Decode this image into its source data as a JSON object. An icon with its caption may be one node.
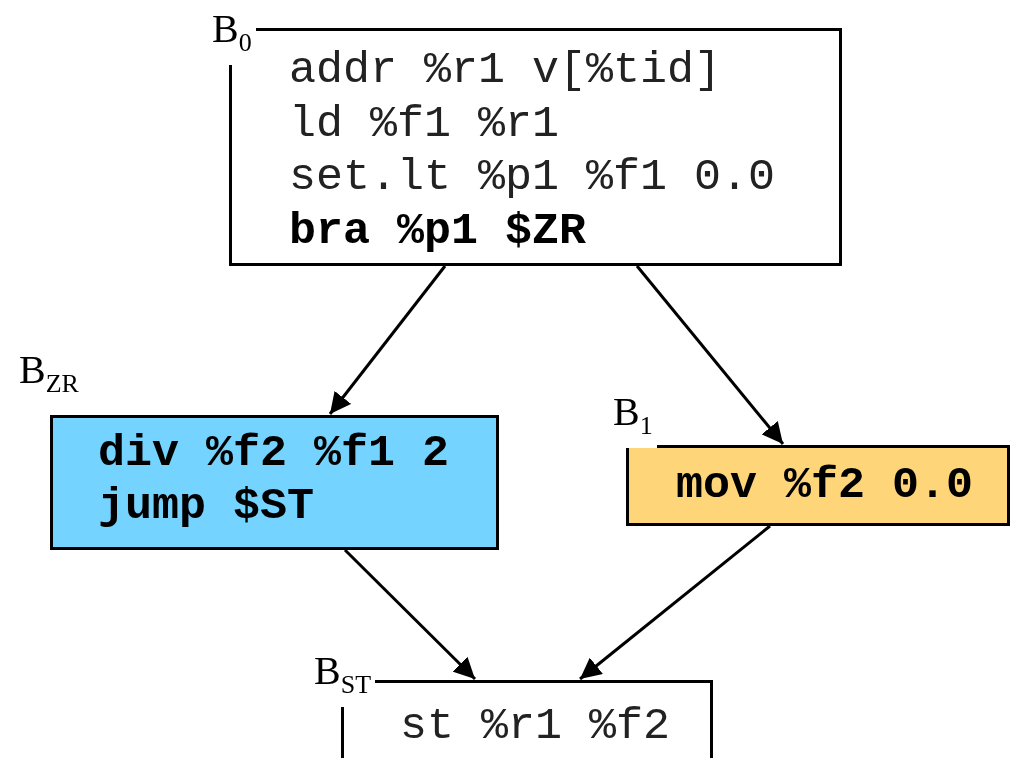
{
  "diagram": {
    "nodes": [
      {
        "text": [
          "B$_{0}$",
          "addr %r1 v[%tid]",
          "ld %f1 %r1",
          "set.lt %p1 %f1 0.0",
          "bra %p1 $ZR"
        ]
      },
      {
        "text": [
          "B$_{ZR}$",
          "div %f2 %f1 2",
          "jump $ST"
        ]
      },
      {
        "text": [
          "B$_{1}$",
          "mov %f2 0.0"
        ]
      },
      {
        "text": [
          "B$_{ST}$",
          "st %r1 %f2"
        ]
      }
    ],
    "edges": [
      {
        "from": 0,
        "to": 1,
        "arrow": "to"
      },
      {
        "from": 0,
        "to": 2,
        "arrow": "to"
      },
      {
        "from": 1,
        "to": 3,
        "arrow": "to"
      },
      {
        "from": 2,
        "to": 3,
        "arrow": "to"
      }
    ]
  }
}
